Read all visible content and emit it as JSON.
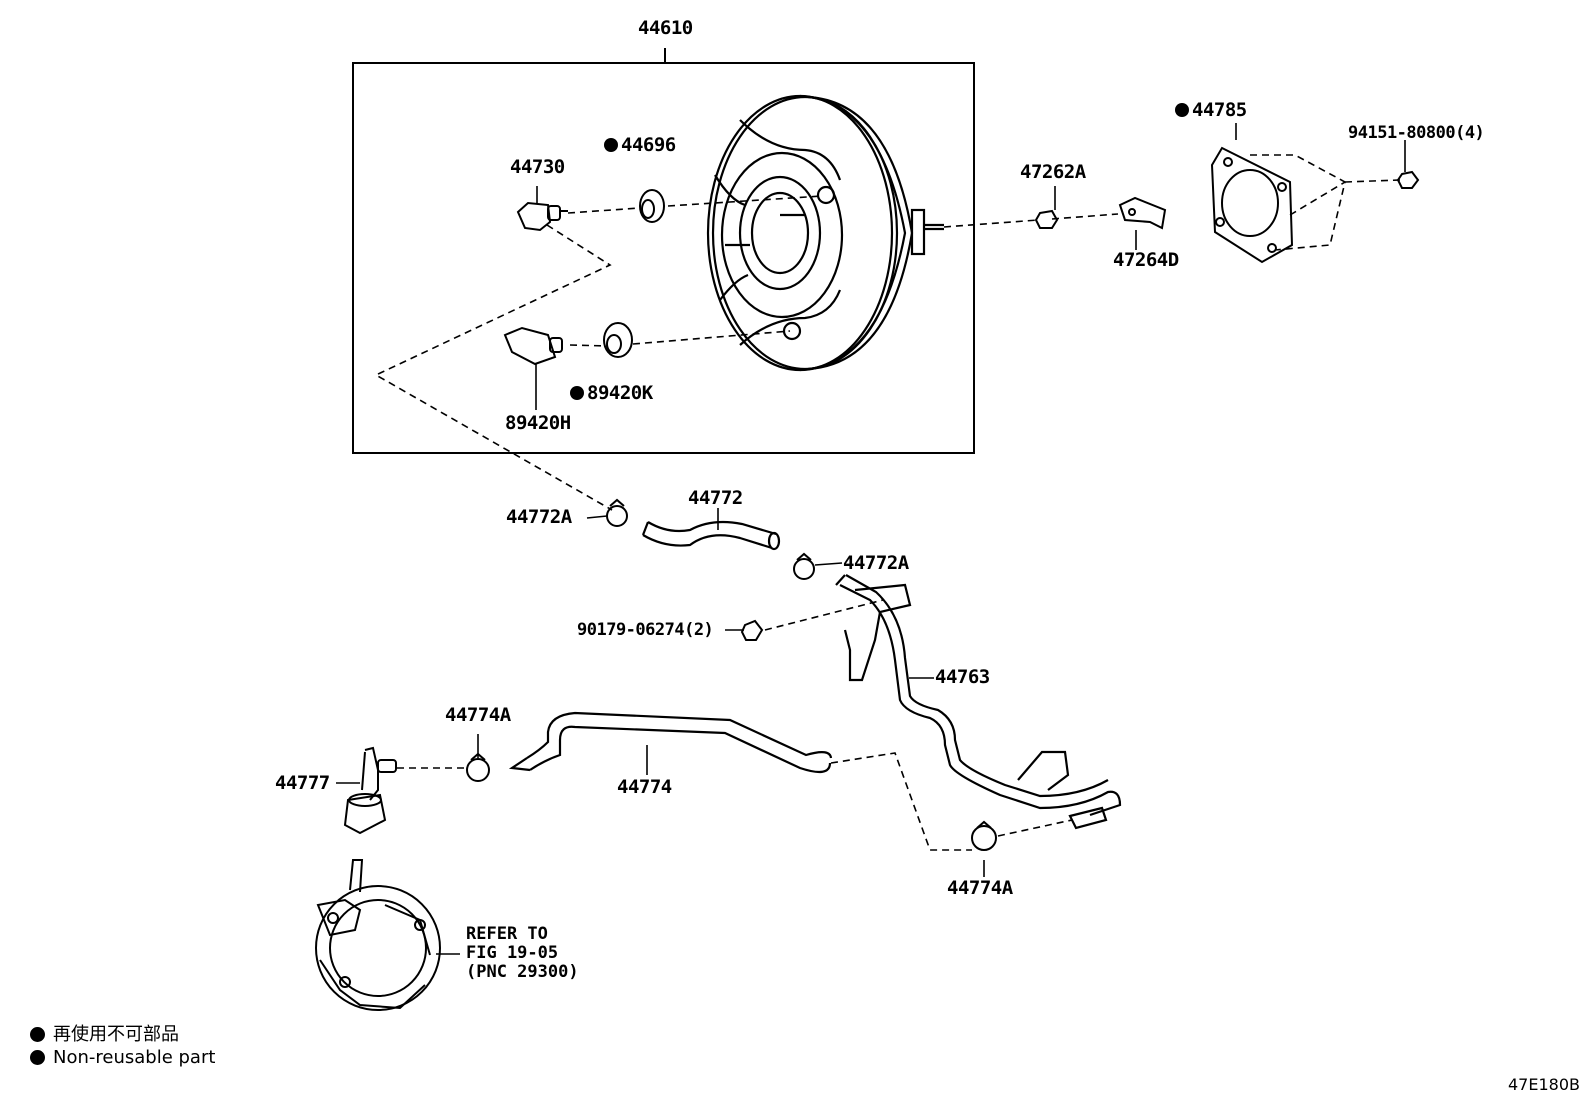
{
  "labels": {
    "assembly": "44610",
    "p44730": "44730",
    "p44696": "44696",
    "p89420H": "89420H",
    "p89420K": "89420K",
    "p47262A": "47262A",
    "p47264D": "47264D",
    "p44785": "44785",
    "p94151": "94151-80800(4)",
    "p44772A_left": "44772A",
    "p44772": "44772",
    "p44772A_right": "44772A",
    "p90179": "90179-06274(2)",
    "p44763": "44763",
    "p44774A_top": "44774A",
    "p44777": "44777",
    "p44774": "44774",
    "p44774A_bottom": "44774A"
  },
  "refer": {
    "line1": "REFER TO",
    "line2": "FIG 19-05",
    "line3": "(PNC 29300)"
  },
  "legend": {
    "jp": "再使用不可部品",
    "en": "Non-reusable part"
  },
  "diagram_code": "47E180B"
}
